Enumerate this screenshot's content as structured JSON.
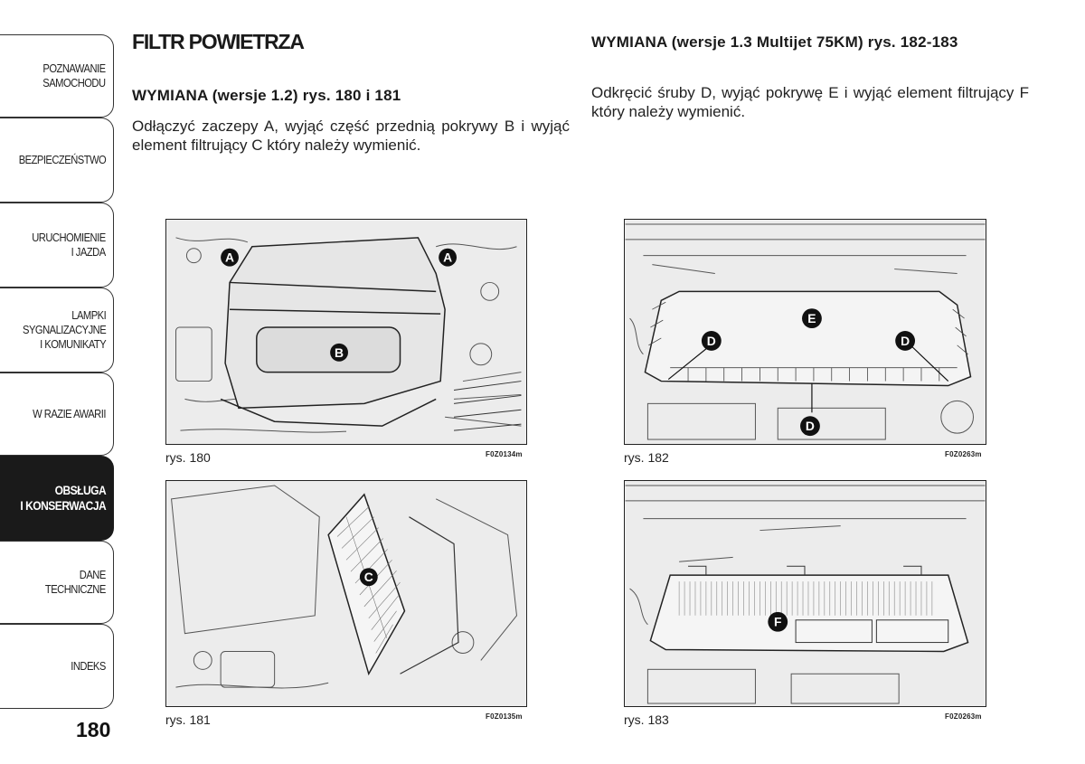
{
  "sidebar": {
    "tabs": [
      {
        "label": "POZNAWANIE\nSAMOCHODU",
        "active": false
      },
      {
        "label": "BEZPIECZEŃSTWO",
        "active": false
      },
      {
        "label": "URUCHOMIENIE\nI JAZDA",
        "active": false
      },
      {
        "label": "LAMPKI\nSYGNALIZACYJNE\nI KOMUNIKATY",
        "active": false
      },
      {
        "label": "W RAZIE AWARII",
        "active": false
      },
      {
        "label": "OBSŁUGA\nI KONSERWACJA",
        "active": true
      },
      {
        "label": "DANE\nTECHNICZNE",
        "active": false
      },
      {
        "label": "INDEKS",
        "active": false
      }
    ]
  },
  "page": {
    "number": "180",
    "title": "FILTR POWIETRZA"
  },
  "left_section": {
    "heading": "WYMIANA (wersje 1.2) rys. 180 i 181",
    "text": "Odłączyć zaczepy A, wyjąć część przednią pokrywy B i wyjąć element filtrujący C który należy wymienić."
  },
  "right_section": {
    "heading": "WYMIANA (wersje 1.3 Multijet 75KM) rys. 182-183",
    "text": "Odkręcić śruby D, wyjąć pokrywę E i wyjąć element filtrujący F który należy wymienić."
  },
  "figures": [
    {
      "caption": "rys. 180",
      "code": "F0Z0134m",
      "markers": [
        "A",
        "A",
        "B"
      ]
    },
    {
      "caption": "rys. 181",
      "code": "F0Z0135m",
      "markers": [
        "C"
      ]
    },
    {
      "caption": "rys. 182",
      "code": "F0Z0263m",
      "markers": [
        "E",
        "D",
        "D",
        "D"
      ]
    },
    {
      "caption": "rys. 183",
      "code": "F0Z0263m",
      "markers": [
        "F"
      ]
    }
  ]
}
